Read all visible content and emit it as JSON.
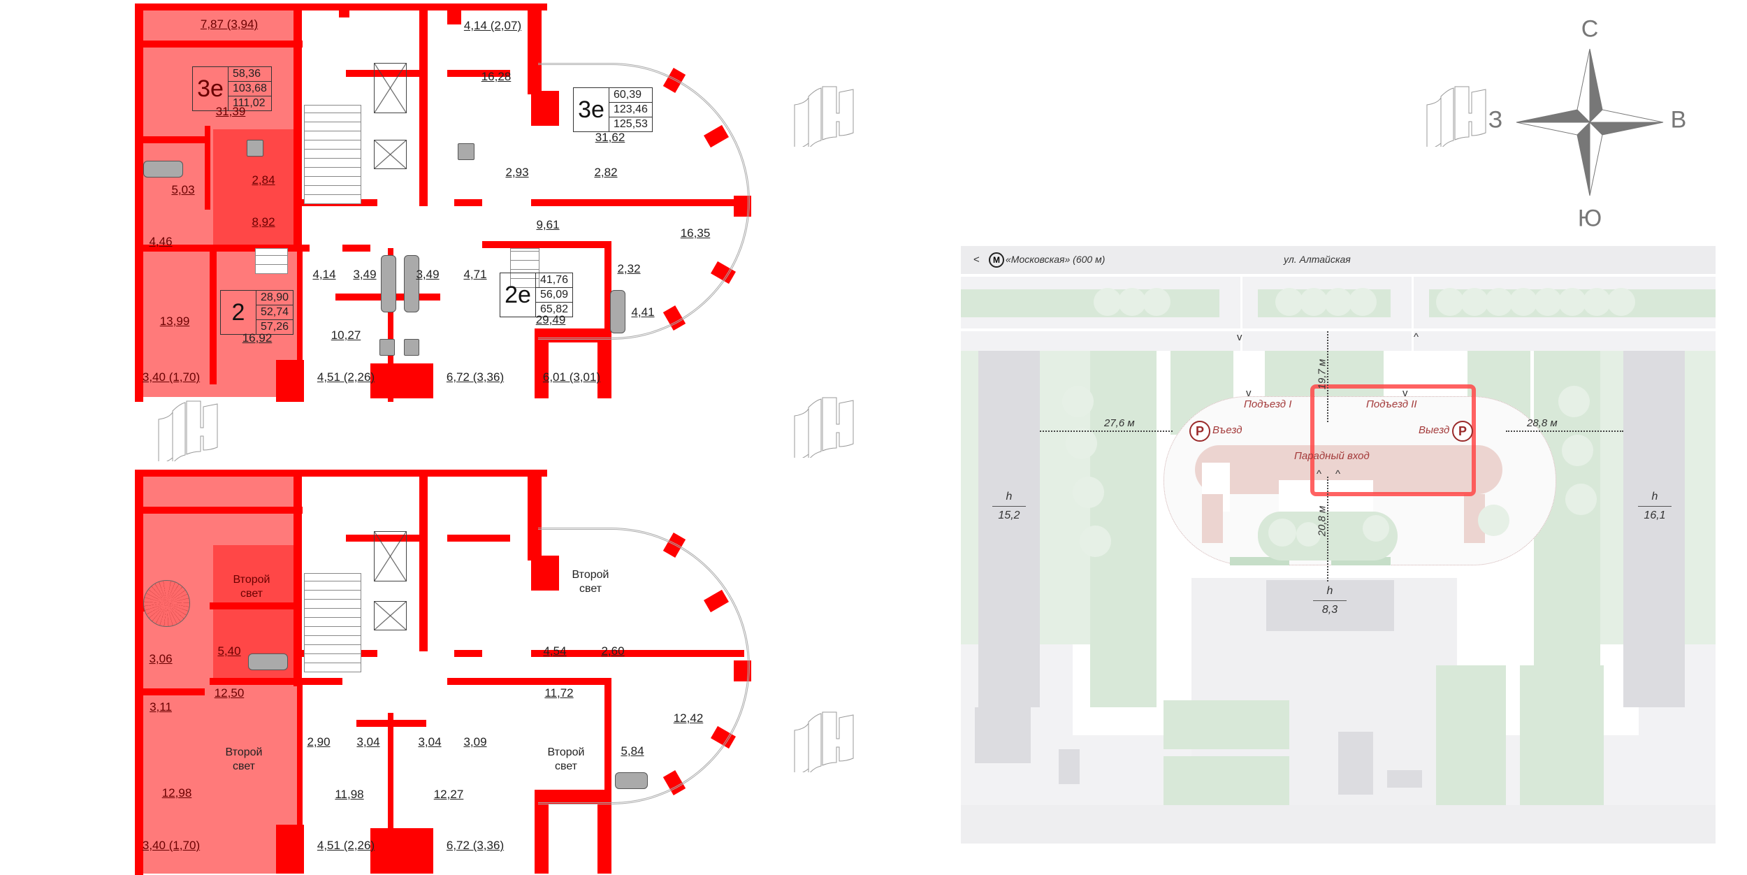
{
  "upper_floor": {
    "apartments": [
      {
        "type": "3е",
        "living": "58,36",
        "total": "103,68",
        "total_with_balcony": "111,02",
        "highlighted": true
      },
      {
        "type": "3е",
        "living": "60,39",
        "total": "123,46",
        "total_with_balcony": "125,53",
        "highlighted": false
      },
      {
        "type": "2",
        "living": "28,90",
        "total": "52,74",
        "total_with_balcony": "57,26",
        "highlighted": false
      },
      {
        "type": "2е",
        "living": "41,76",
        "total": "56,09",
        "total_with_balcony": "65,82",
        "highlighted": false
      }
    ],
    "rooms": {
      "r1": "7,87 (3,94)",
      "r2": "31,39",
      "r3": "2,84",
      "r4": "5,03",
      "r5": "8,92",
      "r6": "4,46",
      "r7": "13,99",
      "r8": "3,40 (1,70)",
      "r9": "4,14 (2,07)",
      "r10": "16,28",
      "r11": "31,62",
      "r12": "2,93",
      "r13": "2,82",
      "r14": "9,61",
      "r15": "16,35",
      "r16": "4,14",
      "r17": "3,49",
      "r18": "3,49",
      "r19": "4,71",
      "r20": "2,32",
      "r21": "4,41",
      "r22": "29,49",
      "r23": "16,92",
      "r24": "10,27",
      "r25": "4,51 (2,26)",
      "r26": "6,72 (3,36)",
      "r27": "6,01 (3,01)"
    }
  },
  "lower_floor": {
    "rooms": {
      "second_light_label_1": "Второй",
      "second_light_label_2": "свет",
      "r1": "5,40",
      "r2": "3,06",
      "r3": "12,50",
      "r4": "3,11",
      "r5": "12,98",
      "r6": "3,40 (1,70)",
      "r7": "4,54",
      "r8": "2,60",
      "r9": "11,72",
      "r10": "12,42",
      "r11": "2,90",
      "r12": "3,04",
      "r13": "3,04",
      "r14": "3,09",
      "r15": "5,84",
      "r16": "11,98",
      "r17": "12,27",
      "r18": "4,51 (2,26)",
      "r19": "6,72 (3,36)"
    }
  },
  "compass": {
    "north": "С",
    "south": "Ю",
    "west": "З",
    "east": "В",
    "color": "#7a7a7a"
  },
  "map": {
    "back_arrow": "<",
    "metro_icon": "metro-icon",
    "metro_station": "«Московская» (600 м)",
    "street": "ул. Алтайская",
    "entrance_1": "Подъезд I",
    "entrance_2": "Подъезд II",
    "entry": "Въезд",
    "exit": "Выезд",
    "main_entrance": "Парадный вход",
    "parking_symbol": "P",
    "dist_left": "27,6 м",
    "dist_right": "28,8 м",
    "dist_top": "19,7 м",
    "dist_bottom": "20,8 м",
    "height_label": "h",
    "height_left": "15,2",
    "height_right": "16,1",
    "height_bottom": "8,3",
    "arrow_down": "v",
    "arrow_up": "^",
    "highlight_color": "#ff4d4d"
  },
  "colors": {
    "wall": "#ff0000",
    "apartment_highlight": "#ff5a5a",
    "green": "#d8e8d8",
    "building": "#dcdce0"
  }
}
